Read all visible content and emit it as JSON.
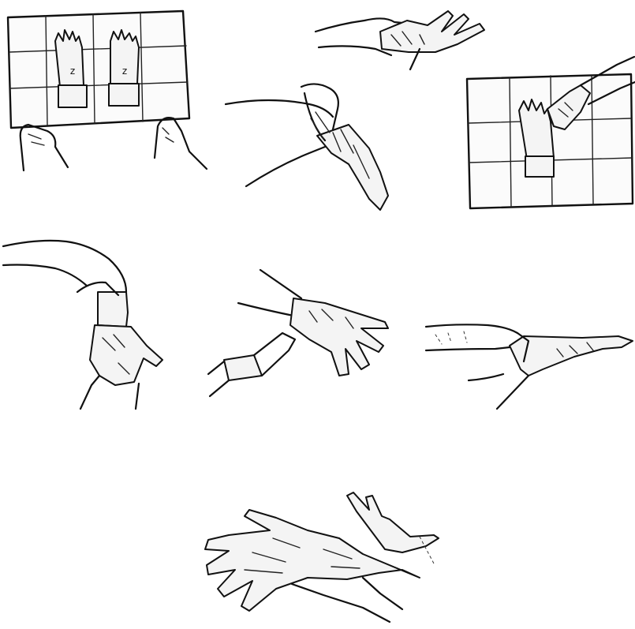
{
  "figure": {
    "panels": [
      {
        "id": "1",
        "icon": "sterile-glove-pack-open-icon"
      },
      {
        "id": "2",
        "icon": "glove-cuff-pinch-icon"
      },
      {
        "id": "3",
        "icon": "hand-inserting-into-glove-icon"
      },
      {
        "id": "4",
        "icon": "gloved-hand-lift-second-glove-icon"
      },
      {
        "id": "5",
        "icon": "gloved-fingers-under-cuff-icon"
      },
      {
        "id": "6",
        "icon": "pull-glove-over-second-hand-icon"
      },
      {
        "id": "7",
        "icon": "unroll-cuff-over-sleeve-icon"
      },
      {
        "id": "8",
        "icon": "adjust-gloved-fingers-icon"
      }
    ]
  }
}
